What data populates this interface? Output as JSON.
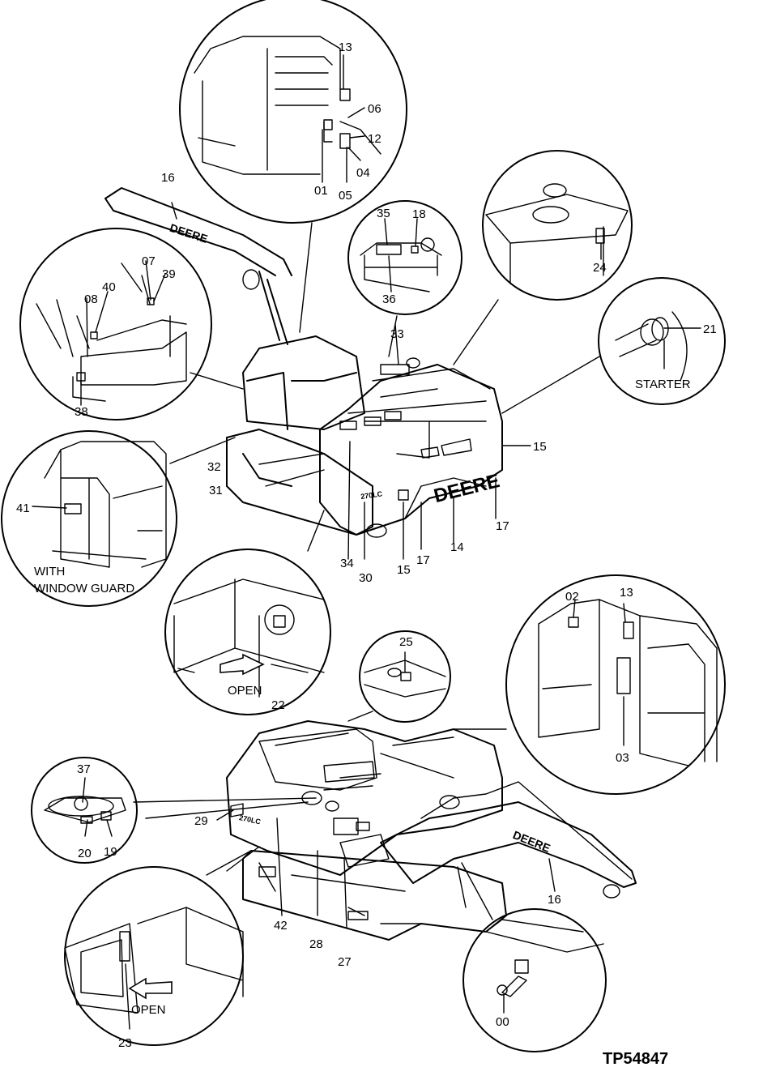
{
  "callouts": {
    "c00": "00",
    "c01": "01",
    "c02": "02",
    "c03": "03",
    "c04": "04",
    "c05": "05",
    "c06": "06",
    "c07": "07",
    "c08": "08",
    "c12": "12",
    "c13a": "13",
    "c13b": "13",
    "c14": "14",
    "c15a": "15",
    "c15b": "15",
    "c16a": "16",
    "c16b": "16",
    "c17a": "17",
    "c17b": "17",
    "c18": "18",
    "c19": "19",
    "c20": "20",
    "c21": "21",
    "c22": "22",
    "c23": "23",
    "c24": "24",
    "c25": "25",
    "c27": "27",
    "c28": "28",
    "c29": "29",
    "c30": "30",
    "c31": "31",
    "c32": "32",
    "c33": "33",
    "c34": "34",
    "c35": "35",
    "c36": "36",
    "c37": "37",
    "c38": "38",
    "c39": "39",
    "c40": "40",
    "c41": "41",
    "c42": "42"
  },
  "notes": {
    "starter": "STARTER",
    "with": "WITH",
    "window_guard": "WINDOW  GUARD",
    "open_a": "OPEN",
    "open_b": "OPEN"
  },
  "brand": {
    "deere_boom_top": "DEERE",
    "deere_rear": "DEERE",
    "deere_boom_bottom": "DEERE",
    "model_a": "270LC",
    "model_b": "270LC"
  },
  "figure_id": "TP54847"
}
